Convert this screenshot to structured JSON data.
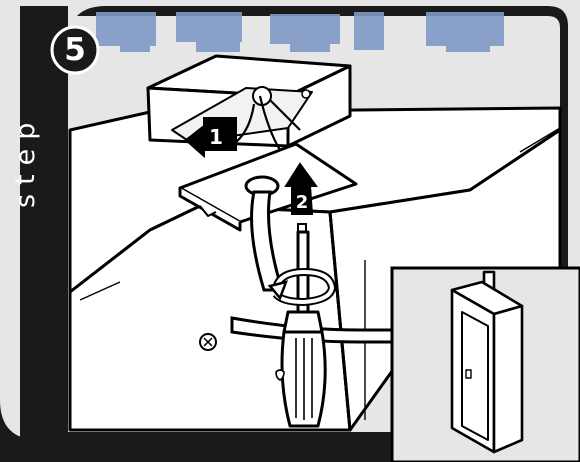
{
  "step": {
    "word": "step",
    "number": "5"
  },
  "callouts": {
    "one": "1",
    "two": "2"
  },
  "colors": {
    "frame": "#1a1a1a",
    "panel": "#e6e6e6",
    "watermark": "#7f9ac6",
    "outline": "#000000",
    "fill": "#ffffff"
  },
  "icons": [
    "step-number-badge",
    "screwdriver-icon",
    "rotation-arrow-icon",
    "push-arrow-icon",
    "lift-arrow-icon",
    "electrical-panel-icon"
  ]
}
